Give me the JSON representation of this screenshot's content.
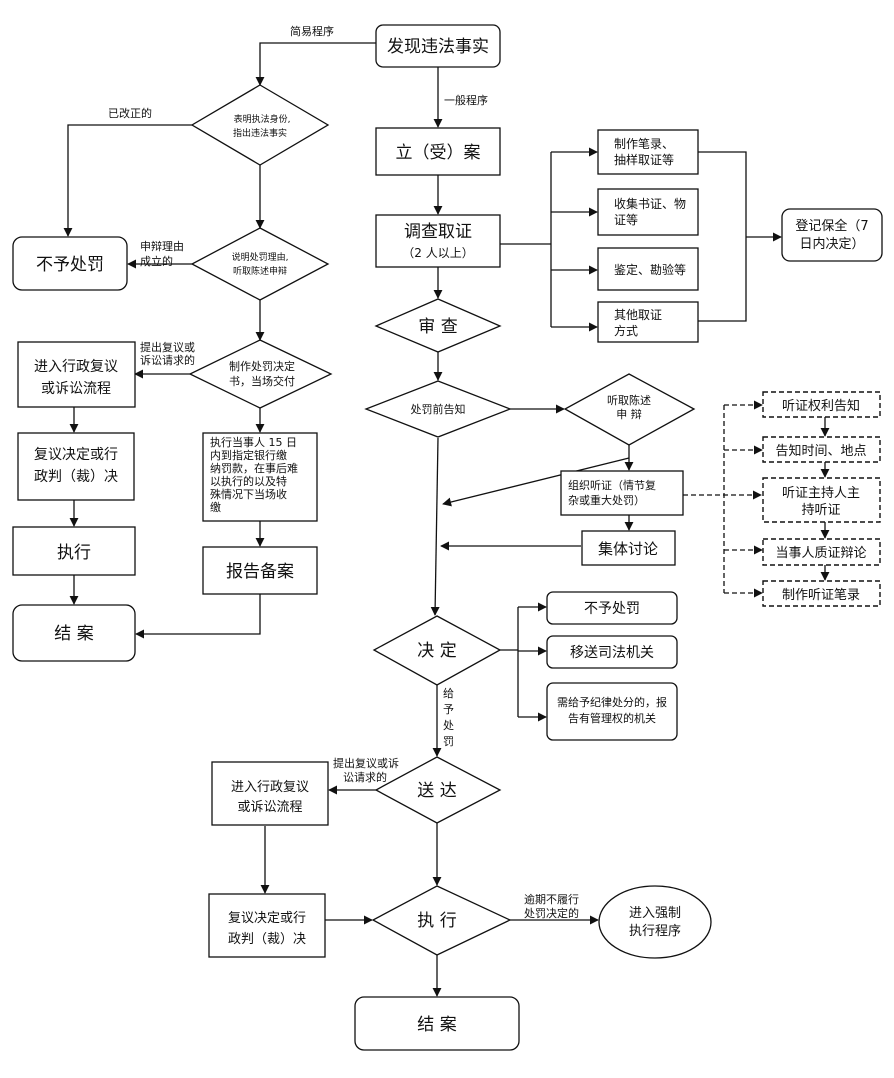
{
  "nodes": {
    "discover": "发现违法事实",
    "identity": [
      "表明执法身份,",
      "指出违法事实"
    ],
    "no_penalty_left": "不予处罚",
    "explain": [
      "说明处罚理由,",
      "听取陈述申辩"
    ],
    "decision_doc": [
      "制作处罚决定",
      "书，当场交付"
    ],
    "admin_review_left": [
      "进入行政复议",
      "或诉讼流程"
    ],
    "review_decision_left": [
      "复议决定或行",
      "政判（裁）决"
    ],
    "execute_left": "执行",
    "close_left": "结  案",
    "payment": [
      "执行当事人 15 日",
      "内到指定银行缴",
      "纳罚款，在事后难",
      "以执行的以及特",
      "殊情况下当场收",
      "缴"
    ],
    "report": "报告备案",
    "filing": "立（受）案",
    "investigate": [
      "调查取证",
      "（2 人以上）"
    ],
    "ev_record": [
      "制作笔录、",
      "抽样取证等"
    ],
    "ev_collect": [
      "收集书证、物",
      "证等"
    ],
    "ev_appraise": "鉴定、勘验等",
    "ev_other": [
      "其他取证",
      "方式"
    ],
    "preserve": [
      "登记保全（7",
      "日内决定）"
    ],
    "review": "审  查",
    "pre_notice": "处罚前告知",
    "hear_statement": [
      "听取陈述",
      "申  辩"
    ],
    "hearing": [
      "组织听证（情节复",
      "杂或重大处罚）"
    ],
    "collective": "集体讨论",
    "hp_notice": "听证权利告知",
    "hp_time": "告知时间、地点",
    "hp_host": [
      "听证主持人主",
      "持听证"
    ],
    "hp_debate": "当事人质证辩论",
    "hp_record": "制作听证笔录",
    "decide": "决  定",
    "out_no_penalty": "不予处罚",
    "out_transfer": "移送司法机关",
    "out_discipline": [
      "需给予纪律处分的，报",
      "告有管理权的机关"
    ],
    "deliver": "送  达",
    "admin_review_bottom": [
      "进入行政复议",
      "或诉讼流程"
    ],
    "review_decision_bottom": [
      "复议决定或行",
      "政判（裁）决"
    ],
    "execute_bottom": "执  行",
    "enforce": [
      "进入强制",
      "执行程序"
    ],
    "close_bottom": "结  案"
  },
  "labels": {
    "simple": "简易程序",
    "general": "一般程序",
    "corrected": "已改正的",
    "defense": [
      "申辩理由",
      "成立的"
    ],
    "appeal_left": [
      "提出复议或",
      "诉讼请求的"
    ],
    "give_penalty": [
      "给",
      "予",
      "处",
      "罚"
    ],
    "appeal_bottom": [
      "提出复议或诉",
      "讼请求的"
    ],
    "overdue": [
      "逾期不履行",
      "处罚决定的"
    ]
  }
}
